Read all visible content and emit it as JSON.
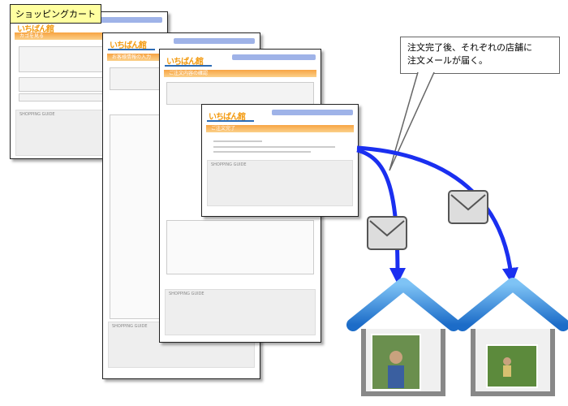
{
  "label": "ショッピングカート",
  "callout": {
    "line1": "注文完了後、それぞれの店舗に",
    "line2": "注文メールが届く。"
  },
  "pages": [
    {
      "logo": "いちばん館",
      "title": "カゴを見る"
    },
    {
      "logo": "いちばん館",
      "title": "お客様情報の入力"
    },
    {
      "logo": "いちばん館",
      "title": "ご注文内容の確認"
    },
    {
      "logo": "いちばん館",
      "title": "ご注文完了"
    }
  ],
  "guide": "SHOPPING GUIDE",
  "colors": {
    "arrow": "#1a2ff0",
    "house": "#2f8be0"
  }
}
